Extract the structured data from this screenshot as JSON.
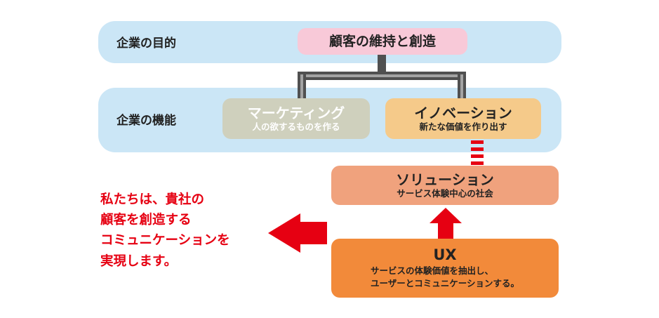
{
  "rows": {
    "purpose_label": "企業の目的",
    "function_label": "企業の機能"
  },
  "nodes": {
    "purpose": {
      "title": "顧客の維持と創造"
    },
    "marketing": {
      "title": "マーケティング",
      "subtitle": "人の欲するものを作る"
    },
    "innovation": {
      "title": "イノベーション",
      "subtitle": "新たな価値を作り出す"
    },
    "solution": {
      "title": "ソリューション",
      "subtitle": "サービス体験中心の社会"
    },
    "ux": {
      "title": "UX",
      "subtitle_line1": "サービスの体験価値を抽出し、",
      "subtitle_line2": "ユーザーとコミュニケーションする。"
    }
  },
  "message": {
    "line1": "私たちは、貴社の",
    "line2": "顧客を創造する",
    "line3": "コミュニケーションを",
    "line4": "実現します。"
  },
  "colors": {
    "band": "#cbe6f6",
    "purpose": "#f8c9d8",
    "marketing": "#cfd0bd",
    "innovation": "#f5ca8a",
    "solution": "#f0a27d",
    "ux": "#f28a3a",
    "connector_dark": "#505050",
    "connector_light": "#a3a3a3",
    "accent_red": "#e60012"
  }
}
